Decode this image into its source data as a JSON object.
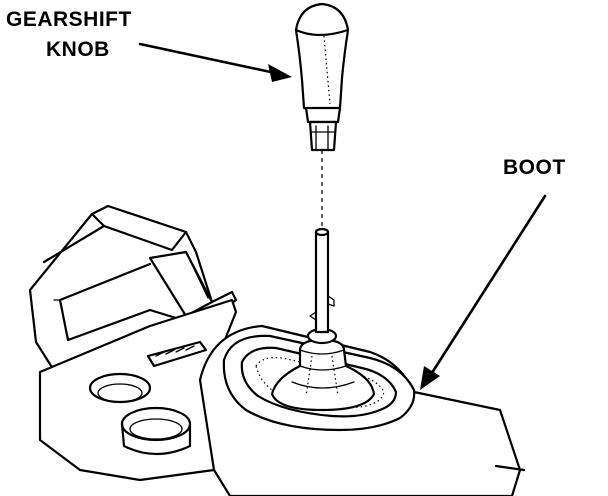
{
  "labels": {
    "knob_line1": "GEARSHIFT",
    "knob_line2": "KNOB",
    "boot": "BOOT"
  },
  "colors": {
    "ink": "#000000",
    "paper": "#ffffff"
  }
}
